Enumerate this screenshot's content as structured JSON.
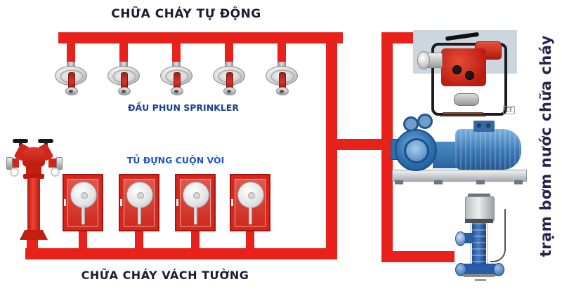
{
  "diagram": {
    "title_top": "CHỮA CHÁY TỰ ĐỘNG",
    "title_bottom": "CHỮA CHÁY VÁCH TƯỜNG",
    "label_sprinkler": "ĐẦU PHUN SPRINKLER",
    "label_cabinet": "TỦ ĐỰNG CUỘN VÒI",
    "label_pump_station": "trạm bơm nước chữa cháy",
    "ce_mark": "CE",
    "equipment": {
      "sprinkler_count": 5,
      "cabinet_count": 4,
      "hydrant": "wall fire hydrant",
      "pumps": [
        {
          "name": "portable engine fire pump"
        },
        {
          "name": "horizontal centrifugal pump with electric motor"
        },
        {
          "name": "vertical multistage pump"
        }
      ]
    },
    "colors": {
      "pipe_red": "#e8211a",
      "equipment_red": "#d5271d",
      "title_navy": "#1c1c33",
      "label_blue_dark": "#1c3f98",
      "label_blue": "#1e55c2",
      "photo_band_gray": "#ccd6de",
      "pump_blue": "#2d6fae"
    }
  }
}
